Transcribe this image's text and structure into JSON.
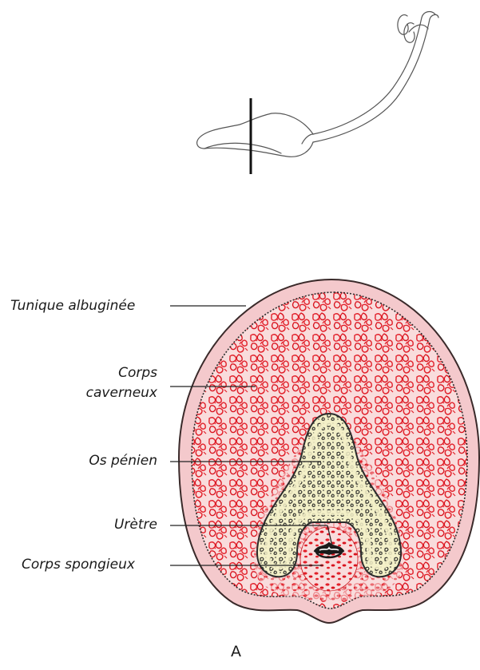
{
  "colors": {
    "tunica": "#f4c9cc",
    "tunica_outline": "#3a2a2a",
    "cavernous_tissue": "#e2202a",
    "cavernous_bg": "#f7d7d8",
    "bone": "#f3f0c8",
    "bone_outline": "#2b2b2b",
    "urethra": "#1a1a1a",
    "leader": "#222222"
  },
  "labels": {
    "tunica_albuginea": "Tunique albuginée",
    "corpus_cavernosum_line1": "Corps",
    "corpus_cavernosum_line2": "caverneux",
    "os_penis": "Os pénien",
    "urethra": "Urètre",
    "corpus_spongiosum": "Corps spongieux"
  },
  "panel_letter": "A",
  "icons": {
    "penis_sketch": "penis-lateral-view-icon",
    "cross_section": "penis-cross-section-icon"
  }
}
